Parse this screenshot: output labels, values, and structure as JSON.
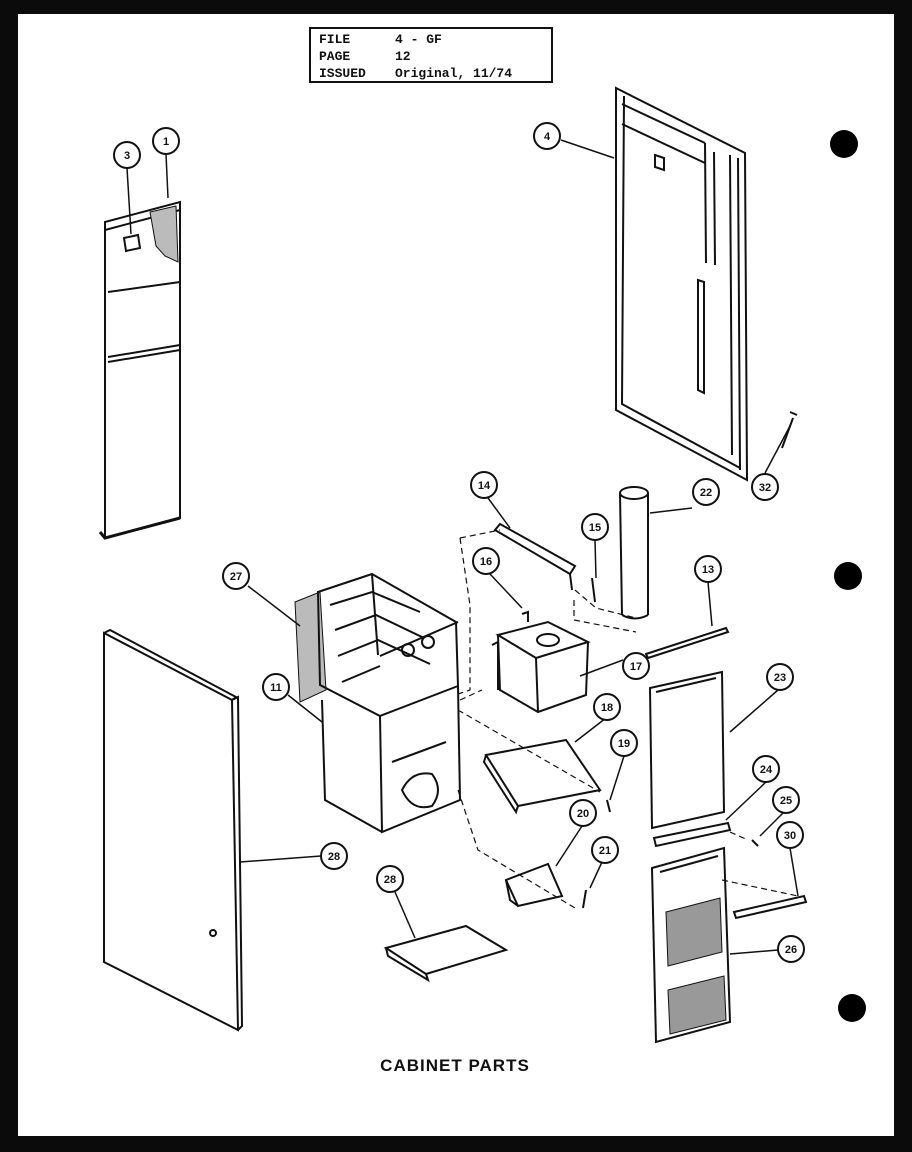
{
  "header": {
    "rows": [
      {
        "label": "FILE",
        "value": "4 - GF"
      },
      {
        "label": "PAGE",
        "value": "12"
      },
      {
        "label": "ISSUED",
        "value": "Original, 11/74"
      }
    ]
  },
  "caption": "CABINET PARTS",
  "callouts": [
    "1",
    "3",
    "4",
    "32",
    "14",
    "15",
    "16",
    "22",
    "27",
    "11",
    "17",
    "13",
    "23",
    "18",
    "19",
    "24",
    "25",
    "30",
    "20",
    "21",
    "28",
    "28",
    "26"
  ],
  "icons": [
    "punch-hole-icon"
  ]
}
